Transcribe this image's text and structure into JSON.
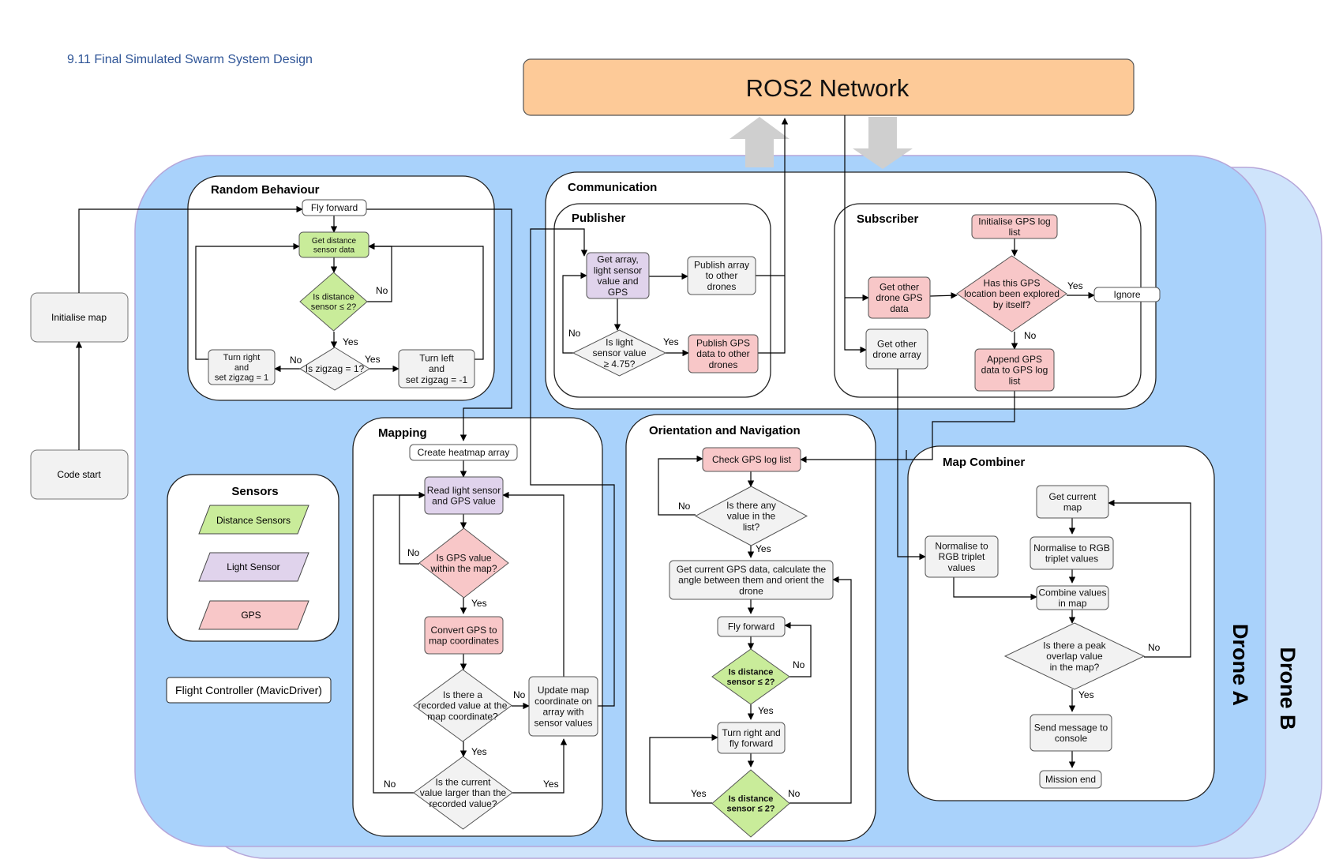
{
  "heading": "9.11 Final Simulated Swarm System Design",
  "network": "ROS2 Network",
  "drones": {
    "a": "Drone A",
    "b": "Drone B"
  },
  "start": {
    "code_start": "Code start",
    "init_map": "Initialise map"
  },
  "sensors": {
    "title": "Sensors",
    "distance": "Distance Sensors",
    "light": "Light Sensor",
    "gps": "GPS"
  },
  "flight_controller": "Flight Controller (MavicDriver)",
  "random_behaviour": {
    "title": "Random Behaviour",
    "fly_forward": [
      "Fly forward"
    ],
    "get_distance": [
      "Get distance",
      "sensor data"
    ],
    "is_distance": [
      "Is distance",
      "sensor ≤ 2?"
    ],
    "is_zigzag": [
      "Is zigzag = 1?"
    ],
    "turn_right": [
      "Turn right",
      "and",
      "set zigzag = 1"
    ],
    "turn_left": [
      "Turn left",
      "and",
      "set zigzag = -1"
    ],
    "no": "No",
    "yes": "Yes"
  },
  "communication": {
    "title": "Communication",
    "publisher": {
      "title": "Publisher",
      "get_array": [
        "Get array,",
        "light sensor",
        "value and",
        "GPS"
      ],
      "publish_array": [
        "Publish array",
        "to other",
        "drones"
      ],
      "is_light": [
        "Is light",
        "sensor value",
        "≥ 4.75?"
      ],
      "publish_gps": [
        "Publish GPS",
        "data to other",
        "drones"
      ],
      "no": "No",
      "yes": "Yes"
    },
    "subscriber": {
      "title": "Subscriber",
      "init_log": [
        "Initialise GPS log",
        "list"
      ],
      "get_other_gps": [
        "Get other",
        "drone GPS",
        "data"
      ],
      "explored": [
        "Has this GPS",
        "location been explored",
        "by itself?"
      ],
      "ignore": [
        "Ignore"
      ],
      "append": [
        "Append GPS",
        "data to GPS log",
        "list"
      ],
      "get_other_array": [
        "Get other",
        "drone array"
      ],
      "yes": "Yes",
      "no": "No"
    }
  },
  "mapping": {
    "title": "Mapping",
    "create_heatmap": [
      "Create heatmap array"
    ],
    "read_light": [
      "Read light sensor",
      "and GPS value"
    ],
    "gps_within": [
      "Is GPS value",
      "within the map?"
    ],
    "convert": [
      "Convert GPS to",
      "map coordinates"
    ],
    "recorded": [
      "Is there a",
      "recorded value at the",
      "map coordinate?"
    ],
    "larger": [
      "Is the current",
      "value larger than the",
      "recorded value?"
    ],
    "update": [
      "Update map",
      "coordinate on",
      "array with",
      "sensor values"
    ],
    "no": "No",
    "yes": "Yes"
  },
  "orientation": {
    "title": "Orientation and Navigation",
    "check_log": [
      "Check GPS log list"
    ],
    "any_value": [
      "Is there any",
      "value in the",
      "list?"
    ],
    "get_gps": [
      "Get current GPS data, calculate the",
      "angle between them and orient the",
      "drone"
    ],
    "fly_forward": [
      "Fly forward"
    ],
    "is_distance": [
      "Is distance",
      "sensor ≤ 2?"
    ],
    "turn_right": [
      "Turn right and",
      "fly forward"
    ],
    "no": "No",
    "yes": "Yes"
  },
  "map_combiner": {
    "title": "Map Combiner",
    "get_map": [
      "Get current",
      "map"
    ],
    "normalise_left": [
      "Normalise to",
      "RGB triplet",
      "values"
    ],
    "normalise_right": [
      "Normalise to RGB",
      "triplet values"
    ],
    "combine": [
      "Combine values",
      "in map"
    ],
    "peak": [
      "Is there a peak",
      "overlap value",
      "in the map?"
    ],
    "send": [
      "Send message to",
      "console"
    ],
    "end": [
      "Mission end"
    ],
    "no": "No",
    "yes": "Yes"
  },
  "colors": {
    "drone_a": "#a9d2fb",
    "drone_b": "#cfe4fb",
    "network": "#fdca98",
    "distance": "#c9ec9a",
    "light": "#e0d3ec",
    "gps": "#f8c7c8"
  }
}
